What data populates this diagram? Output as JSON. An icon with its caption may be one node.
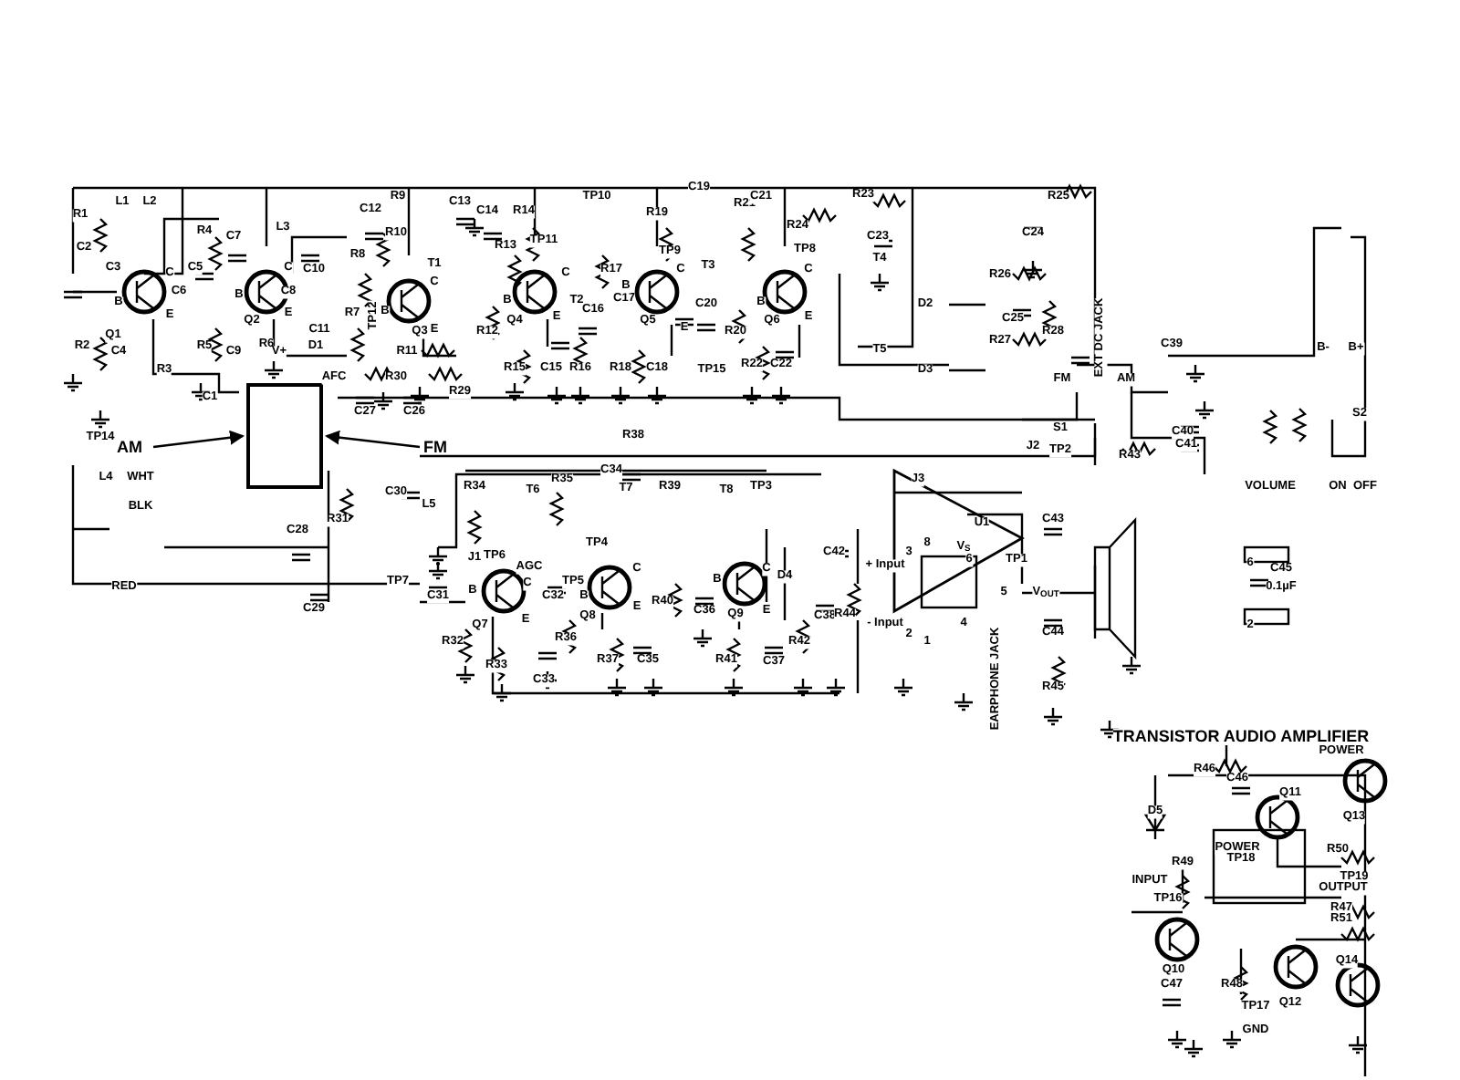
{
  "diagram": {
    "nodes": [
      {
        "text": [
          "AM"
        ]
      },
      {
        "text": [],
        "shape": "box"
      },
      {
        "text": [
          "FM"
        ]
      }
    ],
    "edges": [
      {
        "from": 0,
        "to": 1,
        "arrow": "to"
      },
      {
        "from": 2,
        "to": 1,
        "arrow": "to"
      }
    ],
    "labels": [
      "R1",
      "C2",
      "L1",
      "L2",
      "C3",
      "B",
      "C",
      "E",
      "Q1",
      "C5",
      "C6",
      "R2",
      "C4",
      "R3",
      "TP14",
      "C1",
      "R4",
      "C7",
      "L3",
      "B",
      "C",
      "E",
      "Q2",
      "C8",
      "C10",
      "R5",
      "C9",
      "R6",
      "V+",
      "D1",
      "C11",
      "AFC",
      "R30",
      "R29",
      "C27",
      "C26",
      "C12",
      "R9",
      "R10",
      "R8",
      "R7",
      "TP12",
      "T1",
      "C",
      "B",
      "Q3",
      "E",
      "R11",
      "C13",
      "C14",
      "R13",
      "R12",
      "B",
      "Q4",
      "R14",
      "TP11",
      "C",
      "E",
      "T2",
      "C16",
      "TP10",
      "R17",
      "R15",
      "C15",
      "R16",
      "C17",
      "R19",
      "TP9",
      "C19",
      "B",
      "Q5",
      "C",
      "E",
      "T3",
      "C20",
      "R18",
      "C18",
      "TP15",
      "R21",
      "C21",
      "R20",
      "B",
      "Q6",
      "C",
      "E",
      "TP8",
      "R22",
      "C22",
      "R23",
      "R24",
      "C23",
      "T4",
      "T5",
      "R25",
      "C24",
      "D2",
      "R26",
      "C25",
      "R28",
      "D3",
      "R27",
      "EXT DC JACK",
      "FM",
      "AM",
      "C39",
      "B-",
      "B+",
      "S2",
      "S1",
      "C40",
      "J2",
      "TP2",
      "R43",
      "C41",
      "J3",
      "VOLUME",
      "ON",
      "OFF",
      "R38",
      "L4",
      "WHT",
      "BLK",
      "RED",
      "C28",
      "C29",
      "R31",
      "C30",
      "L5",
      "R34",
      "T6",
      "R35",
      "C34",
      "T7",
      "R39",
      "T8",
      "TP3",
      "J1",
      "TP6",
      "AGC",
      "TP7",
      "C31",
      "B",
      "C",
      "Q7",
      "E",
      "C32",
      "TP5",
      "R32",
      "R33",
      "R36",
      "C33",
      "TP4",
      "B",
      "Q8",
      "C",
      "E",
      "R37",
      "C35",
      "R40",
      "C36",
      "B",
      "Q9",
      "C",
      "D4",
      "E",
      "R41",
      "C37",
      "R42",
      "C38",
      "C42",
      "R44",
      "+ Input",
      "- Input",
      "3",
      "8",
      "V$_{S}$",
      "6",
      "U1",
      "TP1",
      "5",
      "V$_{OUT}$",
      "4",
      "2",
      "1",
      "C43",
      "C44",
      "R45",
      "EARPHONE JACK",
      "6",
      "2",
      "C45",
      "0.1µF",
      "TRANSISTOR AUDIO AMPLIFIER",
      "POWER",
      "R46",
      "C46",
      "Q11",
      "Q13",
      "D5",
      "POWER",
      "R50",
      "R49",
      "TP18",
      "TP19",
      "OUTPUT",
      "INPUT",
      "TP16",
      "R47",
      "R51",
      "Q10",
      "C47",
      "R48",
      "Q12",
      "Q14",
      "TP17",
      "GND"
    ]
  }
}
